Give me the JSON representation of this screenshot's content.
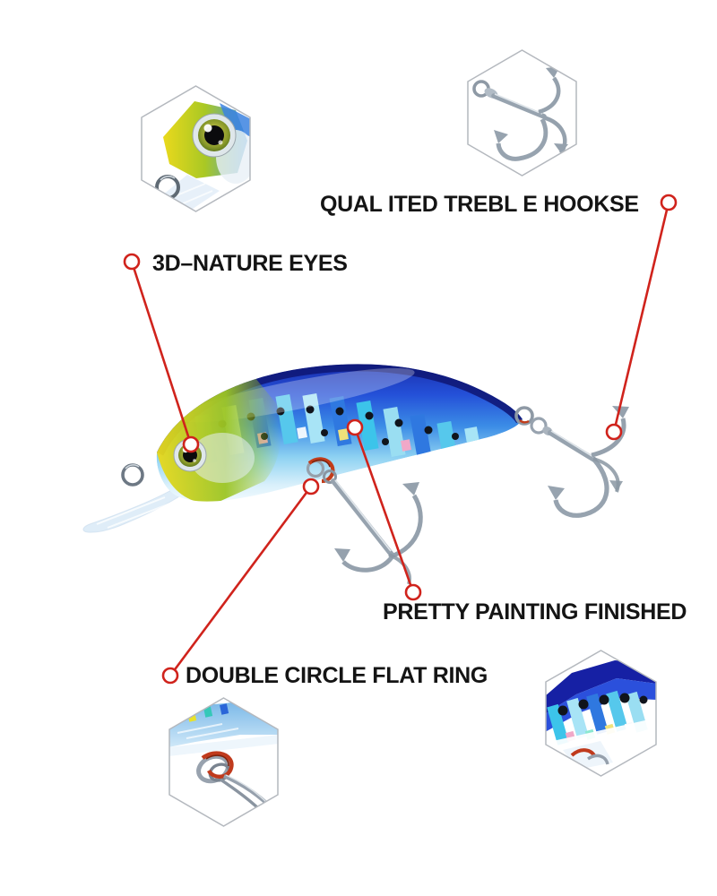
{
  "page": {
    "background": "#ffffff"
  },
  "callouts": {
    "treble_hooks": {
      "label": "QUAL ITED TREBL E HOOKSE",
      "points_to": "tail treble hook"
    },
    "eyes": {
      "label": "3D–NATURE EYES",
      "points_to": "lure eye"
    },
    "painting": {
      "label": "PRETTY PAINTING FINISHED",
      "points_to": "holographic body pattern"
    },
    "flat_ring": {
      "label": "DOUBLE CIRCLE FLAT RING",
      "points_to": "belly hook split ring"
    }
  },
  "insets": {
    "top_left": "head-and-eye-closeup",
    "top_right": "treble-hook-closeup",
    "bottom_left": "flat-ring-closeup",
    "bottom_right": "body-pattern-closeup"
  },
  "colors": {
    "callout_red": "#d0231c",
    "label_text": "#141414",
    "lure_blue_dark": "#121c8e",
    "lure_blue": "#2a55d8",
    "lure_cyan": "#3cc4ea",
    "head_yellow": "#e6d31c",
    "head_green": "#7cb428",
    "hook_silver": "#96a2ae",
    "ring_red": "#c23c1a",
    "hexagon_border": "#b4b8be"
  }
}
